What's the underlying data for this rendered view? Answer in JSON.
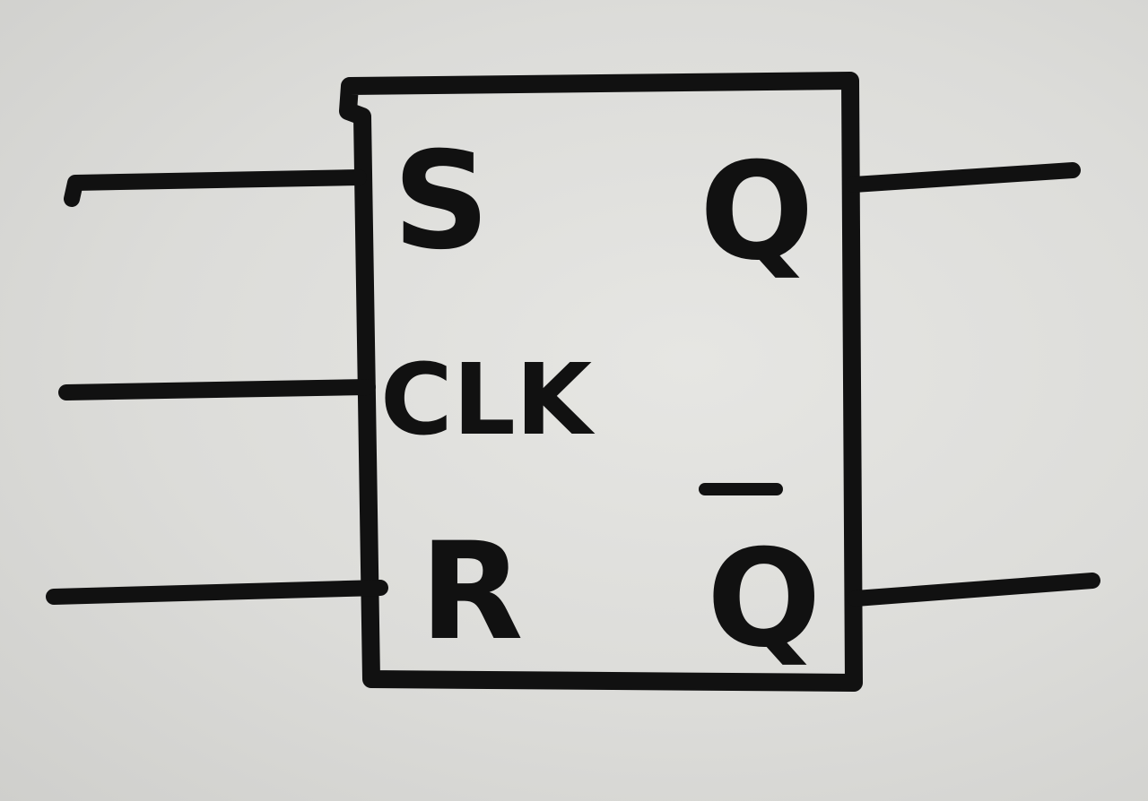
{
  "diagram": {
    "inputs": {
      "set": "S",
      "clock": "CLK",
      "reset": "R"
    },
    "outputs": {
      "q": "Q",
      "q_bar": "Q"
    },
    "q_bar_overbar": true
  },
  "colors": {
    "ink": "#111111",
    "paper": "#dcdcd9"
  }
}
